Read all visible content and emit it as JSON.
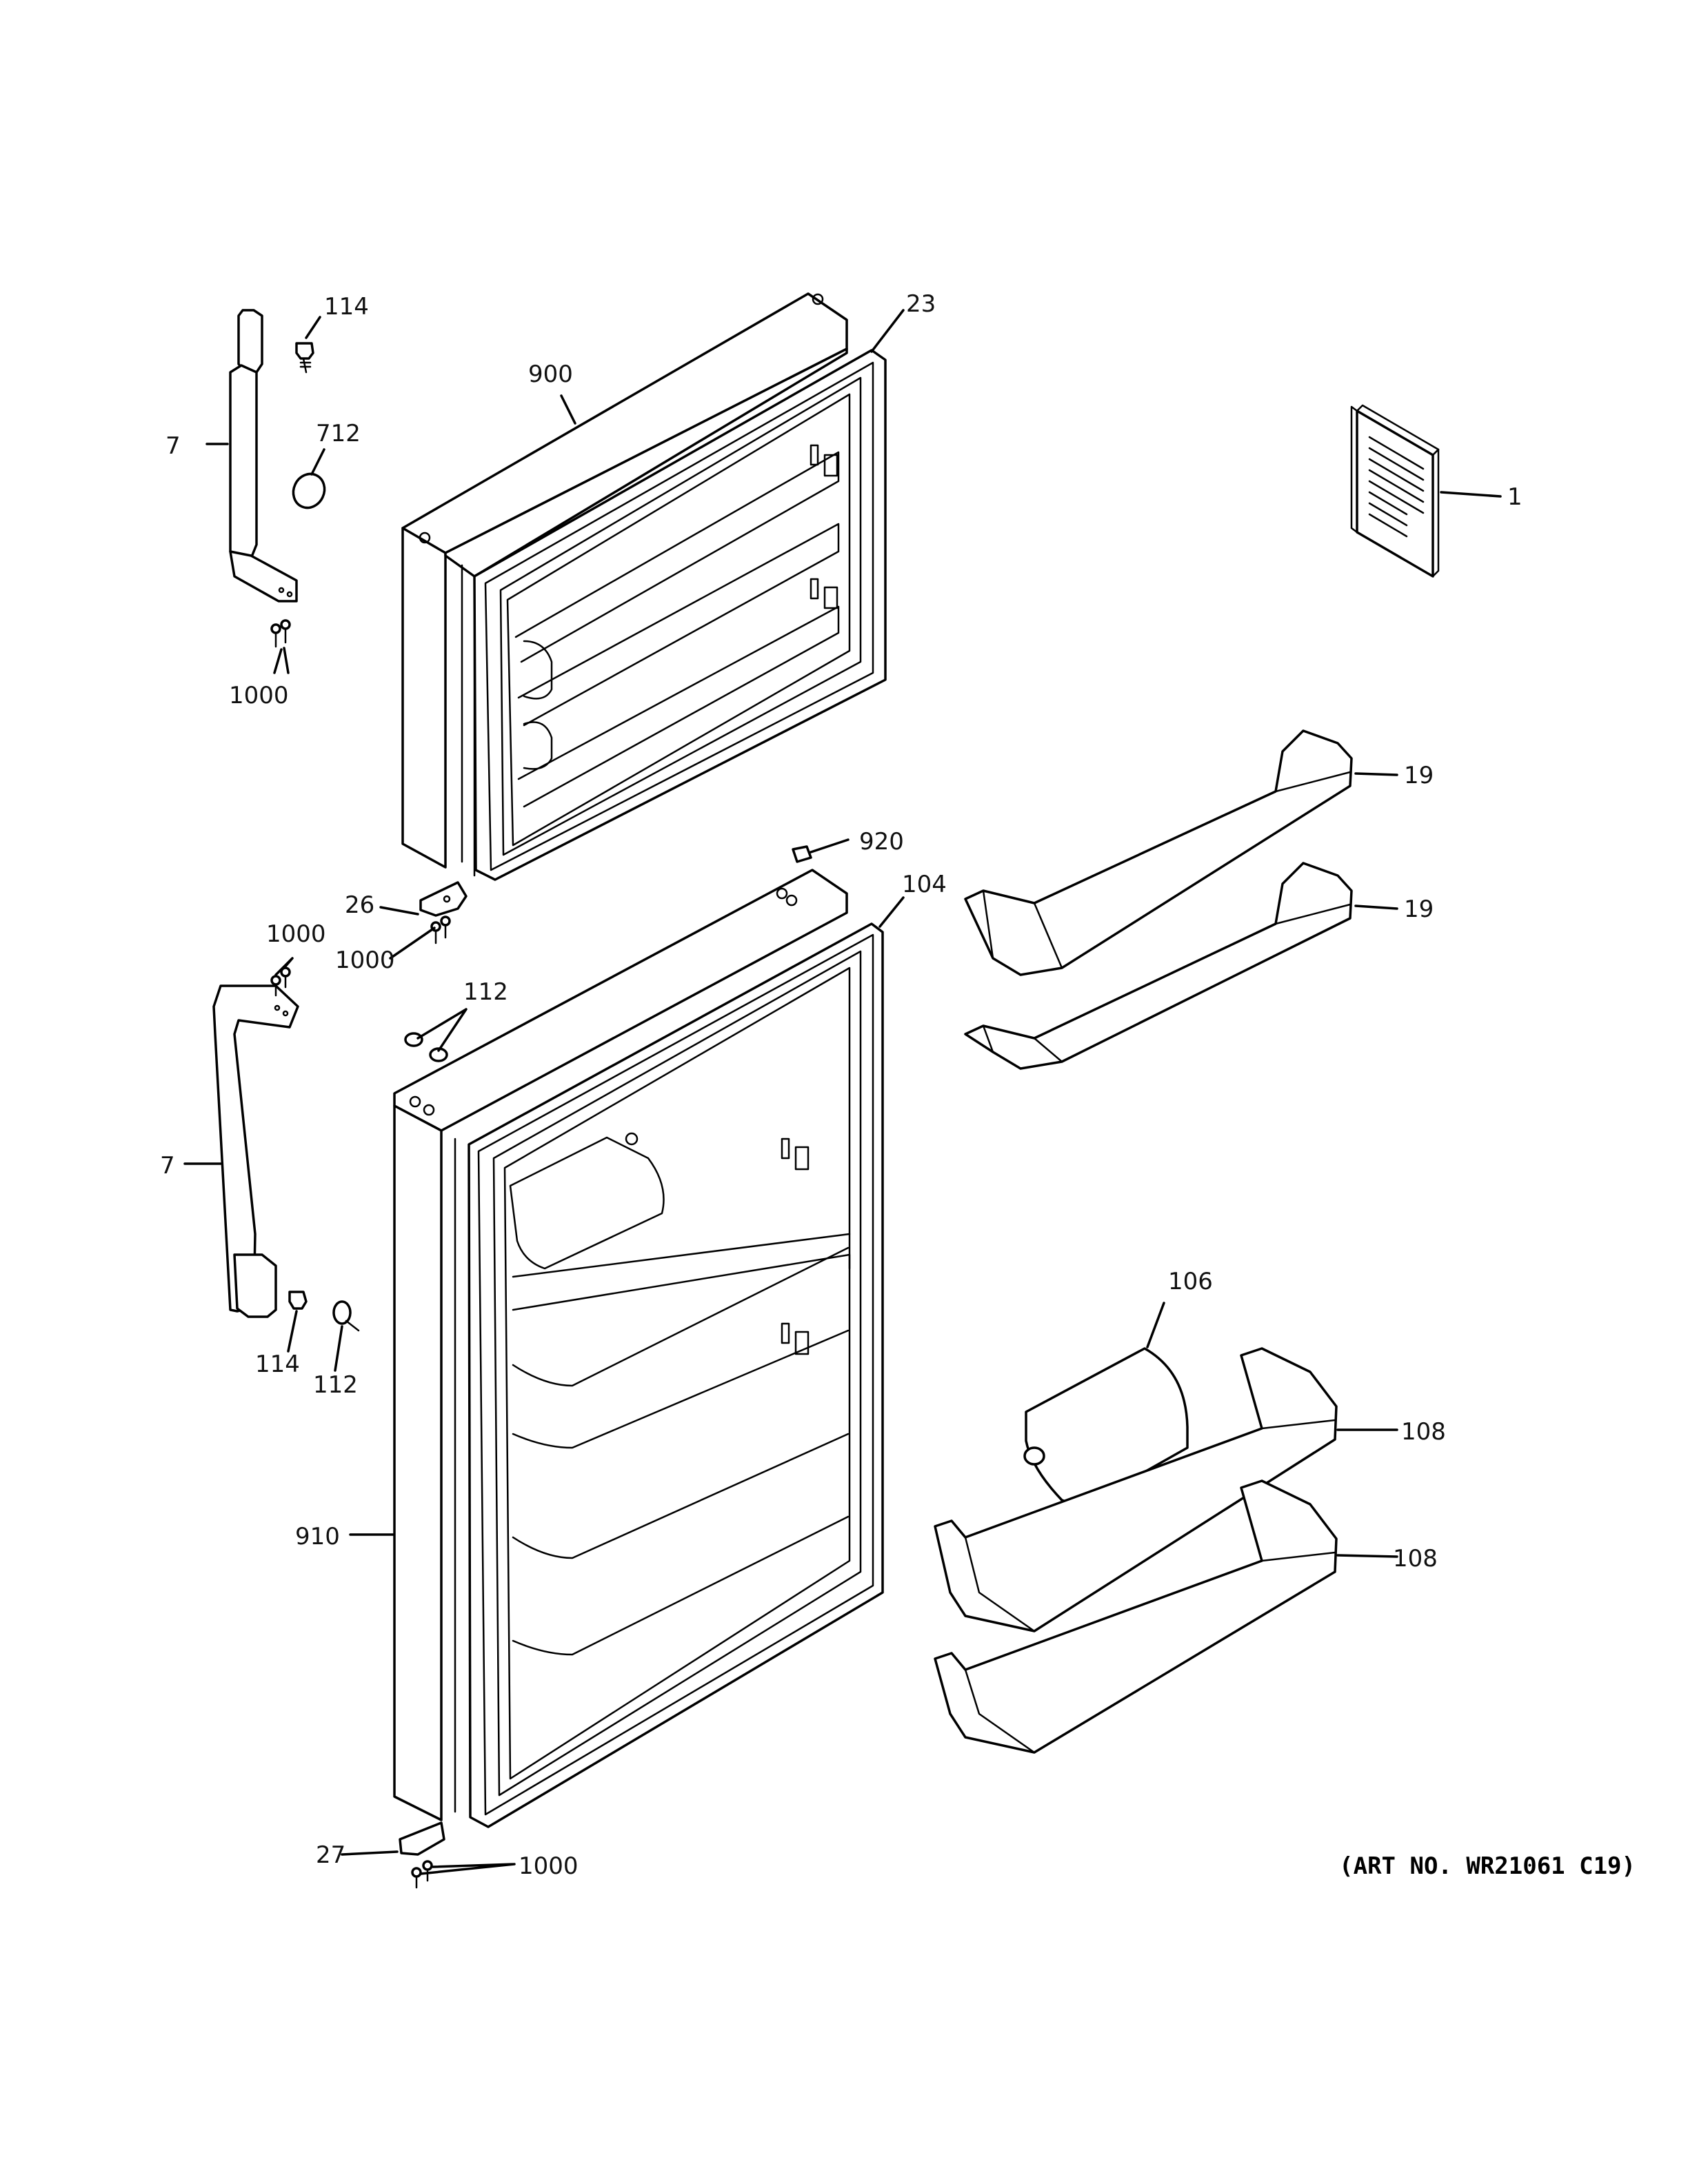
{
  "diagram": {
    "callouts": {
      "c114_top": "114",
      "c7_top": "7",
      "c712": "712",
      "c1000_top": "1000",
      "c900": "900",
      "c23": "23",
      "c1": "1",
      "c19_a": "19",
      "c19_b": "19",
      "c920": "920",
      "c104": "104",
      "c26": "26",
      "c1000_mid_a": "1000",
      "c1000_mid_b": "1000",
      "c112_top": "112",
      "c7_bottom": "7",
      "c114_bottom": "114",
      "c112_bottom": "112",
      "c106": "106",
      "c108_a": "108",
      "c108_b": "108",
      "c910": "910",
      "c27": "27",
      "c1000_bottom": "1000"
    },
    "art_number": "(ART NO. WR21061 C19)"
  }
}
